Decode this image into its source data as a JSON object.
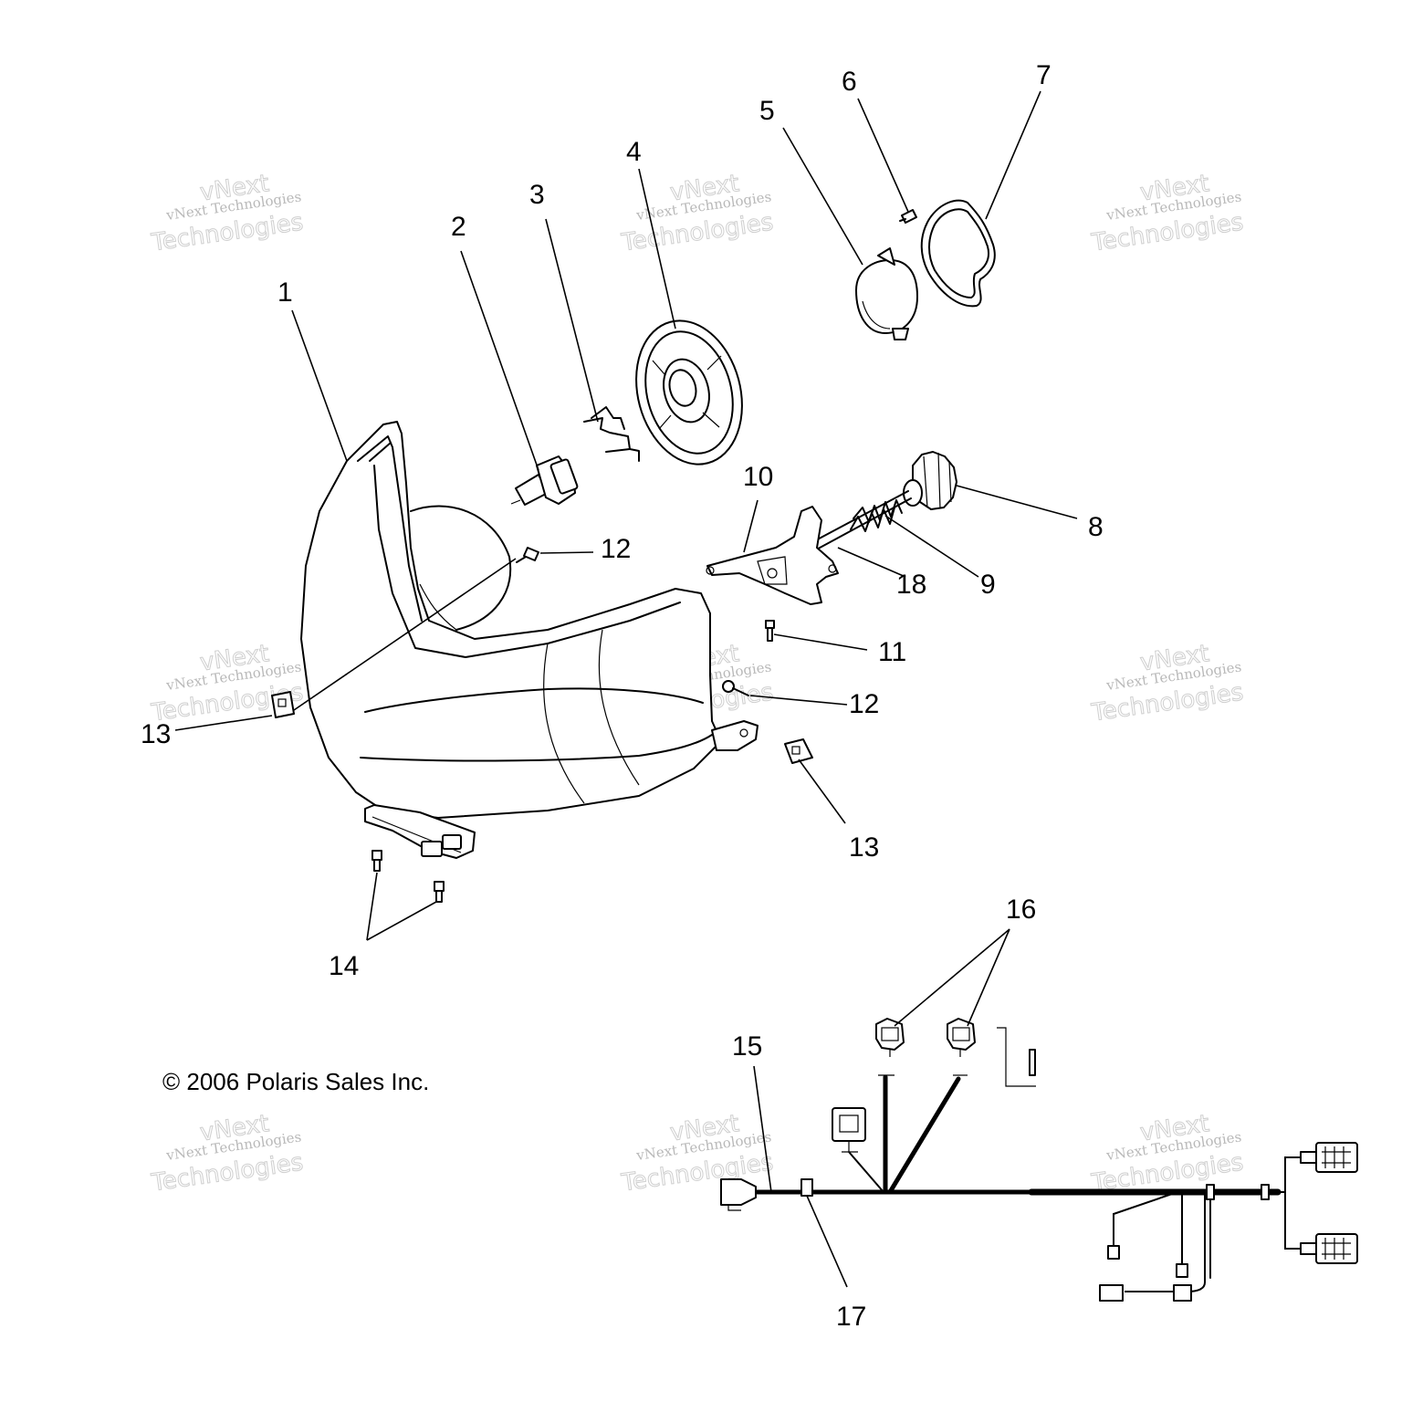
{
  "diagram": {
    "callouts": [
      {
        "id": "1",
        "label": "1"
      },
      {
        "id": "2",
        "label": "2"
      },
      {
        "id": "3",
        "label": "3"
      },
      {
        "id": "4",
        "label": "4"
      },
      {
        "id": "5",
        "label": "5"
      },
      {
        "id": "6",
        "label": "6"
      },
      {
        "id": "7",
        "label": "7"
      },
      {
        "id": "8",
        "label": "8"
      },
      {
        "id": "9",
        "label": "9"
      },
      {
        "id": "10",
        "label": "10"
      },
      {
        "id": "11",
        "label": "11"
      },
      {
        "id": "12a",
        "label": "12"
      },
      {
        "id": "12b",
        "label": "12"
      },
      {
        "id": "13a",
        "label": "13"
      },
      {
        "id": "13b",
        "label": "13"
      },
      {
        "id": "14",
        "label": "14"
      },
      {
        "id": "15",
        "label": "15"
      },
      {
        "id": "16",
        "label": "16"
      },
      {
        "id": "17",
        "label": "17"
      },
      {
        "id": "18",
        "label": "18"
      }
    ],
    "copyright": "© 2006 Polaris Sales Inc.",
    "watermark": {
      "line1": "vNext Technologies",
      "line2": "vNext",
      "line3": "Technologies"
    }
  }
}
